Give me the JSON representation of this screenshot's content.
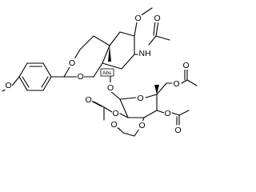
{
  "structure": {
    "atom_labels": {
      "o_methoxy_ring": "O",
      "o_dioxane_top": "O",
      "o_dioxane_bottom": "O",
      "o_methoxy_top": "O",
      "nh": "NH",
      "o_acetamide": "O",
      "o_glycosidic": "O",
      "o_sugar_ring": "O",
      "o_ch2oac_ester": "O",
      "o_ch2oac_carbonyl": "O",
      "o_oac4_ester": "O",
      "o_oac4_carbonyl": "O",
      "o_oac3_ester": "O",
      "o_oac3_carbonyl": "O",
      "o_oac2_ester": "O",
      "o_oac2_carbonyl": "O"
    },
    "stereo_label": "Abs"
  }
}
